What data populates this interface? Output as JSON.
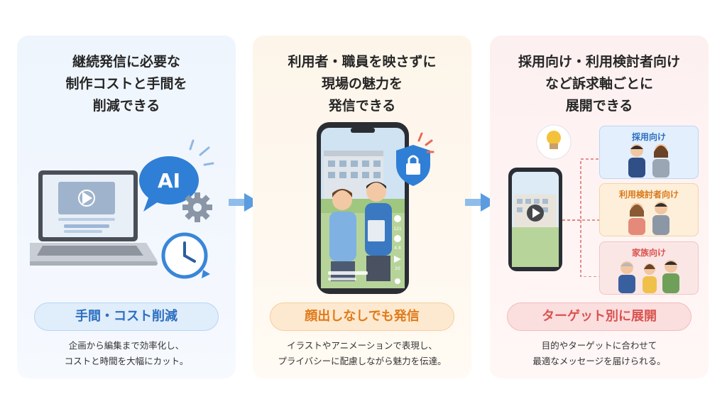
{
  "cards": [
    {
      "title_lines": [
        "継続発信に必要な",
        "制作コストと手間を",
        "削減できる"
      ],
      "pill": "手間・コスト削減",
      "desc_lines": [
        "企画から編集まで効率化し、",
        "コストと時間を大幅にカット。"
      ],
      "ai_label": "AI"
    },
    {
      "title_lines": [
        "利用者・職員を映さずに",
        "現場の魅力を",
        "発信できる"
      ],
      "pill": "顔出しなしでも発信",
      "desc_lines": [
        "イラストやアニメーションで表現し、",
        "プライバシーに配慮しながら魅力を伝達。"
      ],
      "phone_counts": [
        "121",
        "4.8",
        "20"
      ]
    },
    {
      "title_lines": [
        "採用向け・利用検討者向け",
        "など訴求軸ごとに",
        "展開できる"
      ],
      "pill": "ターゲット別に展開",
      "desc_lines": [
        "目的やターゲットに合わせて",
        "最適なメッセージを届けられる。"
      ],
      "audiences": [
        "採用向け",
        "利用検討者向け",
        "家族向け"
      ]
    }
  ],
  "colors": {
    "blue_accent": "#2c6fc0",
    "orange_accent": "#e07a1a",
    "red_accent": "#d9534f",
    "arrow": "#6aa8e6"
  },
  "icons": [
    "laptop-icon",
    "ai-bubble-icon",
    "gear-icon",
    "clock-icon",
    "smartphone-icon",
    "lock-shield-icon",
    "lightbulb-icon",
    "play-icon"
  ]
}
